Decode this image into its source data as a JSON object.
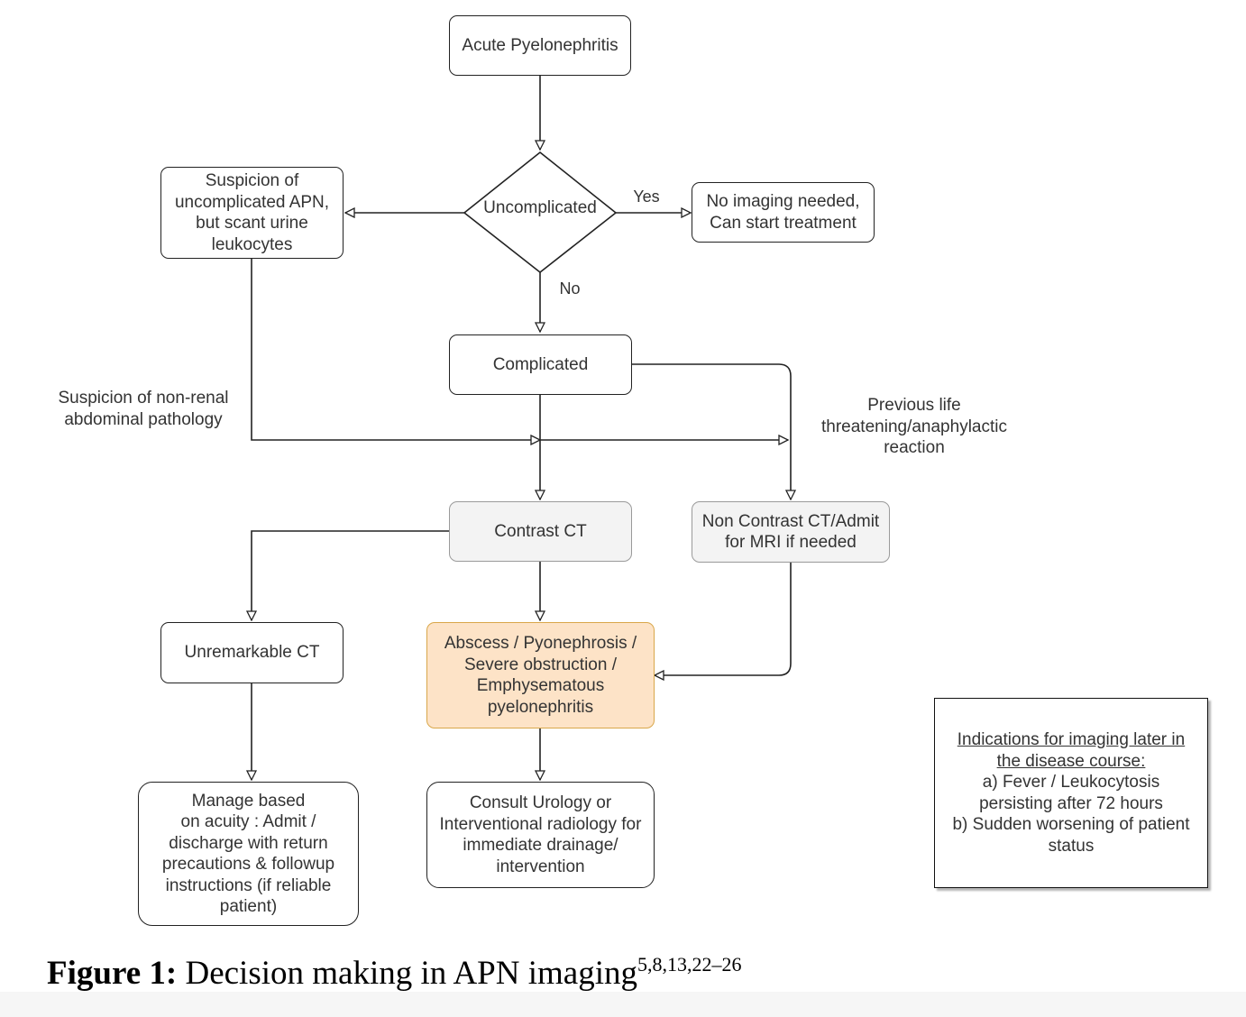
{
  "nodes": {
    "acute_pyelonephritis": "Acute Pyelonephritis",
    "uncomplicated": "Uncomplicated",
    "suspicion_uncomplicated": "Suspicion of\nuncomplicated APN,\nbut scant urine\nleukocytes",
    "no_imaging": "No imaging needed,\nCan start treatment",
    "complicated": "Complicated",
    "contrast_ct": "Contrast CT",
    "non_contrast_ct": "Non Contrast CT/Admit\nfor MRI if needed",
    "unremarkable_ct": "Unremarkable CT",
    "abscess": "Abscess / Pyonephrosis /\nSevere obstruction /\nEmphysematous\npyelonephritis",
    "manage": "Manage based\non acuity : Admit /\ndischarge with return\nprecautions & followup\ninstructions (if reliable\npatient)",
    "consult": "Consult Urology or\nInterventional radiology for\nimmediate drainage/\nintervention"
  },
  "edge_labels": {
    "yes": "Yes",
    "no": "No",
    "non_renal": "Suspicion of non-renal\nabdominal pathology",
    "anaphylactic": "Previous life\nthreatening/anaphylactic\nreaction"
  },
  "indications": {
    "title": "Indications for imaging later in the disease course:",
    "item_a": "a) Fever / Leukocytosis\npersisting  after 72 hours",
    "item_b": "b) Sudden worsening of patient\nstatus"
  },
  "caption": {
    "label": "Figure 1:",
    "text": " Decision making in APN imaging",
    "refs": "5,8,13,22–26"
  },
  "colors": {
    "highlight_fill": "#fde3c7",
    "highlight_border": "#d9a74a",
    "gray_fill": "#f3f3f3",
    "gray_border": "#9a9a9a"
  }
}
